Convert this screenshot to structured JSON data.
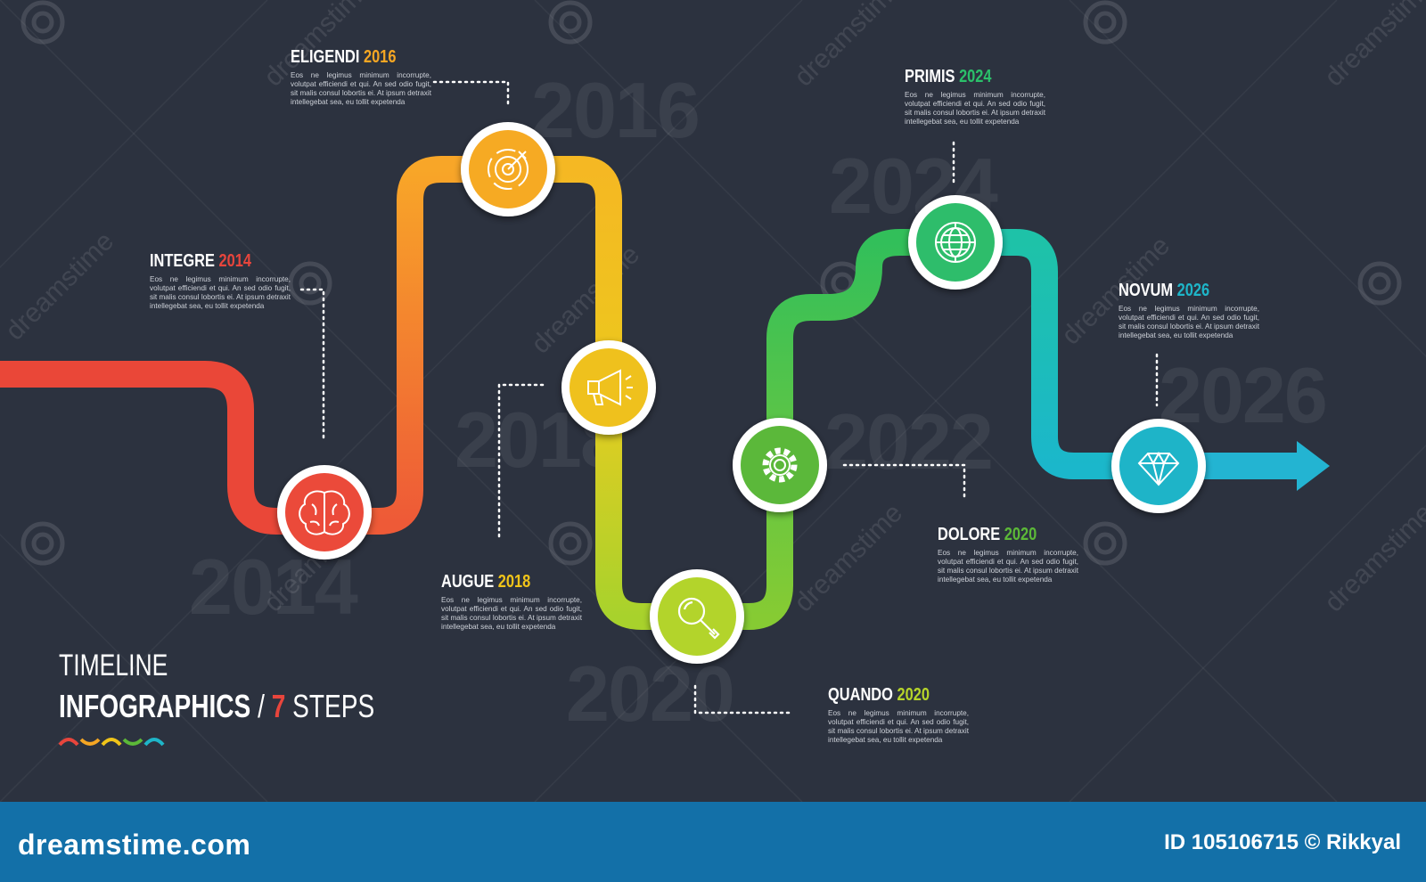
{
  "title": {
    "line1": "TIMELINE",
    "line2_bold": "INFOGRAPHICS",
    "line2_sep": " / ",
    "line2_num": "7",
    "line2_rest": " STEPS"
  },
  "watermark": {
    "text": "dreamstime",
    "logo": "dreamstime.com",
    "id": "ID 105106715 © Rikkyal"
  },
  "background_years": [
    "2016",
    "2018",
    "2014",
    "2024",
    "2022",
    "2020",
    "2026"
  ],
  "lorem": "Eos ne legimus minimum incorrupte, volutpat efficiendi et qui. An sed odio fugit, sit malis consul lobortis ei. At ipsum detraxit intellegebat sea, eu tollit expetenda",
  "steps": [
    {
      "name": "INTEGRE",
      "year": "2014",
      "color": "#e8453c",
      "icon": "brain-icon"
    },
    {
      "name": "ELIGENDI",
      "year": "2016",
      "color": "#f5a623",
      "icon": "target-icon"
    },
    {
      "name": "AUGUE",
      "year": "2018",
      "color": "#f0c419",
      "icon": "megaphone-icon"
    },
    {
      "name": "QUANDO",
      "year": "2020",
      "color": "#b6d42a",
      "icon": "magnifier-icon"
    },
    {
      "name": "DOLORE",
      "year": "2020",
      "color": "#5cb938",
      "icon": "gear-icon"
    },
    {
      "name": "PRIMIS",
      "year": "2024",
      "color": "#2bc06a",
      "icon": "globe-icon"
    },
    {
      "name": "NOVUM",
      "year": "2026",
      "color": "#1eb5c8",
      "icon": "diamond-icon"
    }
  ]
}
